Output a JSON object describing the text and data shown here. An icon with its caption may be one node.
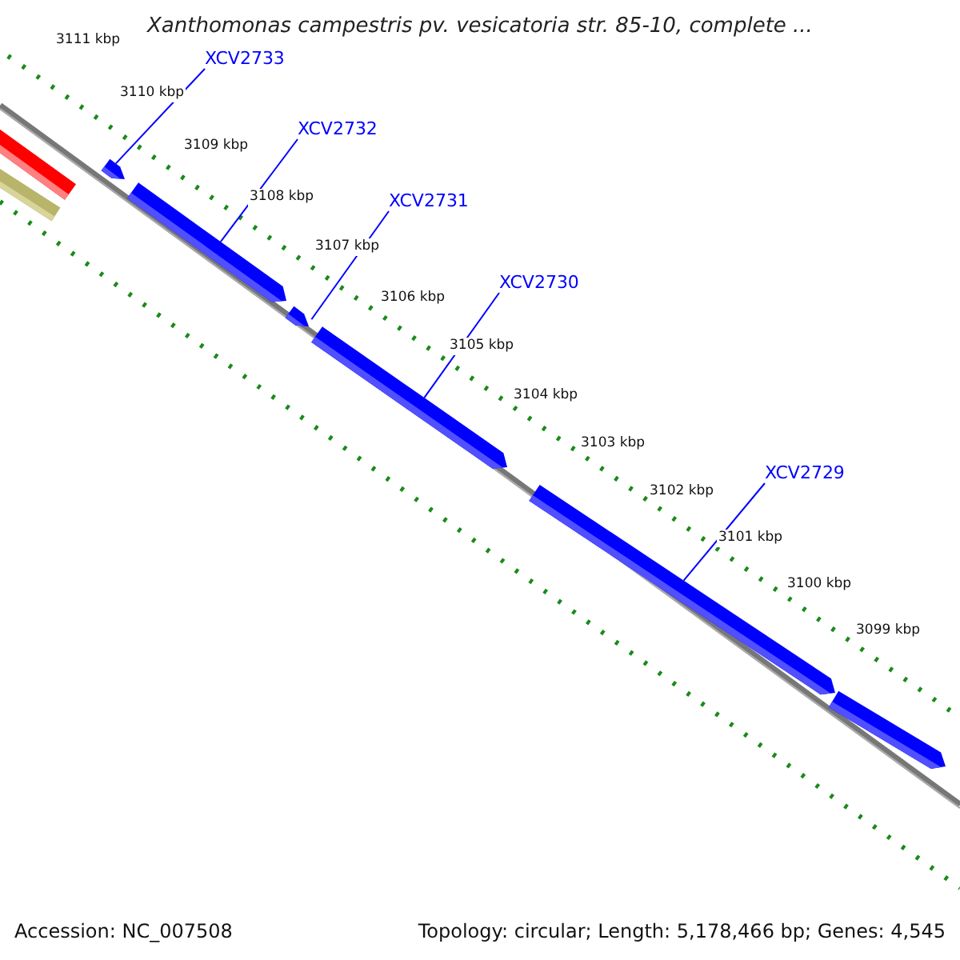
{
  "diagram": {
    "title": "Xanthomonas campestris pv. vesicatoria str. 85-10, complete ...",
    "nodes": [
      {
        "text": [],
        "shape": "bar"
      },
      {
        "text": [],
        "shape": "bar"
      },
      {
        "text": [],
        "shape": "bar"
      },
      {
        "text": [],
        "shape": "bar"
      },
      {
        "text": [],
        "shape": "bar"
      },
      {
        "text": [],
        "shape": "bar"
      },
      {
        "text": [],
        "shape": "bar"
      },
      {
        "text": [],
        "shape": "bar"
      },
      {
        "text": [
          "XCV2733"
        ]
      },
      {
        "text": [
          "XCV2732"
        ]
      },
      {
        "text": [
          "XCV2731"
        ]
      },
      {
        "text": [
          "XCV2730"
        ]
      },
      {
        "text": [
          "XCV2729"
        ]
      }
    ],
    "edges": [
      {
        "from": 8,
        "to": 2,
        "arrow": "none"
      },
      {
        "from": 9,
        "to": 3,
        "arrow": "none"
      },
      {
        "from": 10,
        "to": 4,
        "arrow": "none"
      },
      {
        "from": 11,
        "to": 5,
        "arrow": "none"
      },
      {
        "from": 12,
        "to": 6,
        "arrow": "none"
      }
    ],
    "labels": [
      "3111 kbp",
      "3110 kbp",
      "3109 kbp",
      "3108 kbp",
      "3107 kbp",
      "3106 kbp",
      "3105 kbp",
      "3104 kbp",
      "3103 kbp",
      "3102 kbp",
      "3101 kbp",
      "3100 kbp",
      "3099 kbp",
      "Accession: NC_007508",
      "Topology: circular; Length: 5,178,466 bp; Genes: 4,545"
    ]
  }
}
